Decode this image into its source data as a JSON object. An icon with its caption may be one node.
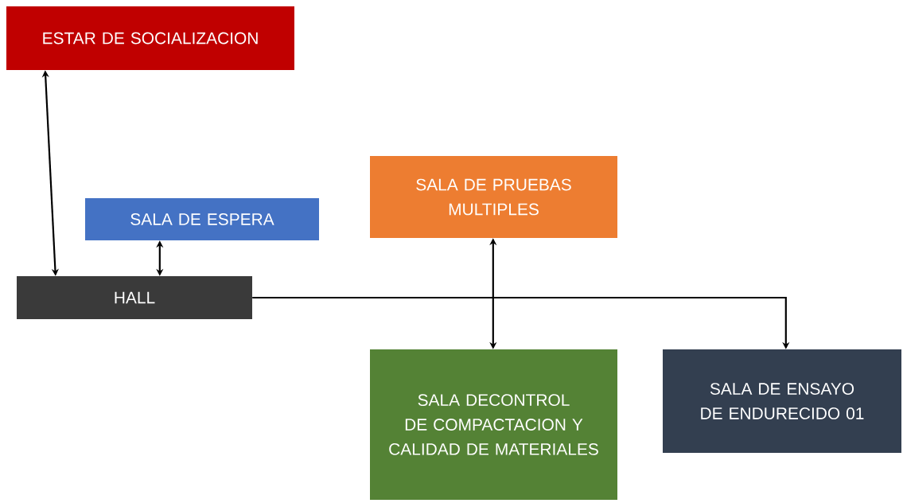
{
  "diagram": {
    "nodes": [
      {
        "text": [
          "ESTAR DE SOCIALIZACION"
        ]
      },
      {
        "text": [
          "SALA DE PRUEBAS MULTIPLES"
        ]
      },
      {
        "text": [
          "SALA DE ESPERA"
        ]
      },
      {
        "text": [
          "HALL"
        ]
      },
      {
        "text": [
          "SALA DECONTROL DE COMPACTACION Y CALIDAD DE MATERIALES"
        ]
      },
      {
        "text": [
          "SALA DE ENSAYO DE ENDURECIDO 01"
        ]
      }
    ],
    "edges": [
      {
        "from": 0,
        "to": 3,
        "arrow": "both"
      },
      {
        "from": 2,
        "to": 3,
        "arrow": "both"
      },
      {
        "from": 1,
        "to": 4,
        "arrow": "both"
      },
      {
        "from": 3,
        "to": 5,
        "arrow": "to"
      }
    ]
  }
}
